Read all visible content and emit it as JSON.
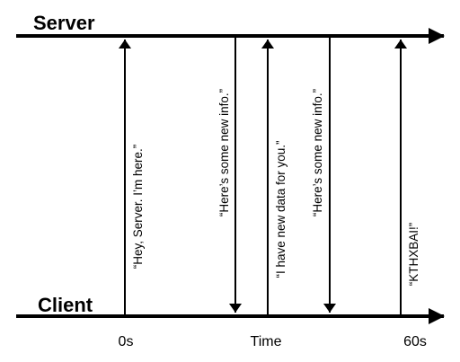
{
  "lanes": {
    "server": "Server",
    "client": "Client"
  },
  "messages": [
    {
      "id": "msg-hey-server",
      "direction": "client-to-server",
      "label": "“Hey, Server. I’m here.”"
    },
    {
      "id": "msg-new-info-1",
      "direction": "server-to-client",
      "label": "“Here’s some new info.”"
    },
    {
      "id": "msg-new-data",
      "direction": "client-to-server",
      "label": "“I have new data for you.”"
    },
    {
      "id": "msg-new-info-2",
      "direction": "server-to-client",
      "label": "“Here’s some new info.”"
    },
    {
      "id": "msg-kthxbai",
      "direction": "client-to-server",
      "label": "“KTHXBAI!”"
    }
  ],
  "time_axis": {
    "start": "0s",
    "middle": "Time",
    "end": "60s"
  },
  "colors": {
    "line": "#000000",
    "background": "#ffffff"
  }
}
